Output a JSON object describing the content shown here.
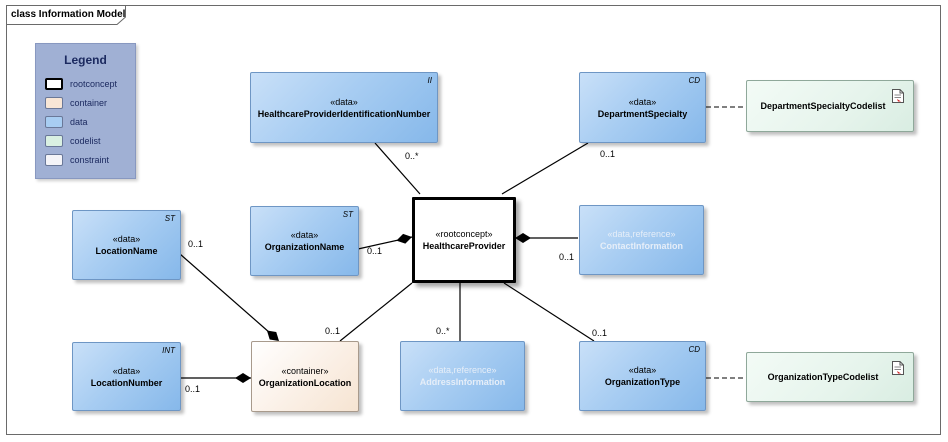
{
  "frame_title": "class Information Model",
  "legend": {
    "title": "Legend",
    "items": [
      {
        "label": "rootconcept",
        "color": "#ffffff",
        "border": "#000000"
      },
      {
        "label": "container",
        "color": "#f8e6d6",
        "border": "#8a7a6a"
      },
      {
        "label": "data",
        "color": "#a8cdf2",
        "border": "#6e96c4"
      },
      {
        "label": "codelist",
        "color": "#d9f0e2",
        "border": "#8fa89a"
      },
      {
        "label": "constraint",
        "color": "#f4f4f8",
        "border": "#8a8aa0"
      }
    ]
  },
  "classes": {
    "healthcare_provider": {
      "stereotype": "«rootconcept»",
      "name": "HealthcareProvider"
    },
    "hp_identification_number": {
      "stereotype": "«data»",
      "name": "HealthcareProviderIdentificationNumber",
      "tag": "II"
    },
    "department_specialty": {
      "stereotype": "«data»",
      "name": "DepartmentSpecialty",
      "tag": "CD"
    },
    "department_specialty_codelist": {
      "name": "DepartmentSpecialtyCodelist"
    },
    "organization_name": {
      "stereotype": "«data»",
      "name": "OrganizationName",
      "tag": "ST"
    },
    "contact_information": {
      "stereotype": "«data,reference»",
      "name": "ContactInformation"
    },
    "location_name": {
      "stereotype": "«data»",
      "name": "LocationName",
      "tag": "ST"
    },
    "location_number": {
      "stereotype": "«data»",
      "name": "LocationNumber",
      "tag": "INT"
    },
    "organization_location": {
      "stereotype": "«container»",
      "name": "OrganizationLocation"
    },
    "address_information": {
      "stereotype": "«data,reference»",
      "name": "AddressInformation"
    },
    "organization_type": {
      "stereotype": "«data»",
      "name": "OrganizationType",
      "tag": "CD"
    },
    "organization_type_codelist": {
      "name": "OrganizationTypeCodelist"
    }
  },
  "multiplicities": {
    "hp_identification_number": "0..*",
    "department_specialty": "0..1",
    "organization_name": "0..1",
    "contact_information": "0..1",
    "location_name": "0..1",
    "location_number": "0..1",
    "organization_location": "0..1",
    "address_information": "0..*",
    "organization_type": "0..1"
  }
}
